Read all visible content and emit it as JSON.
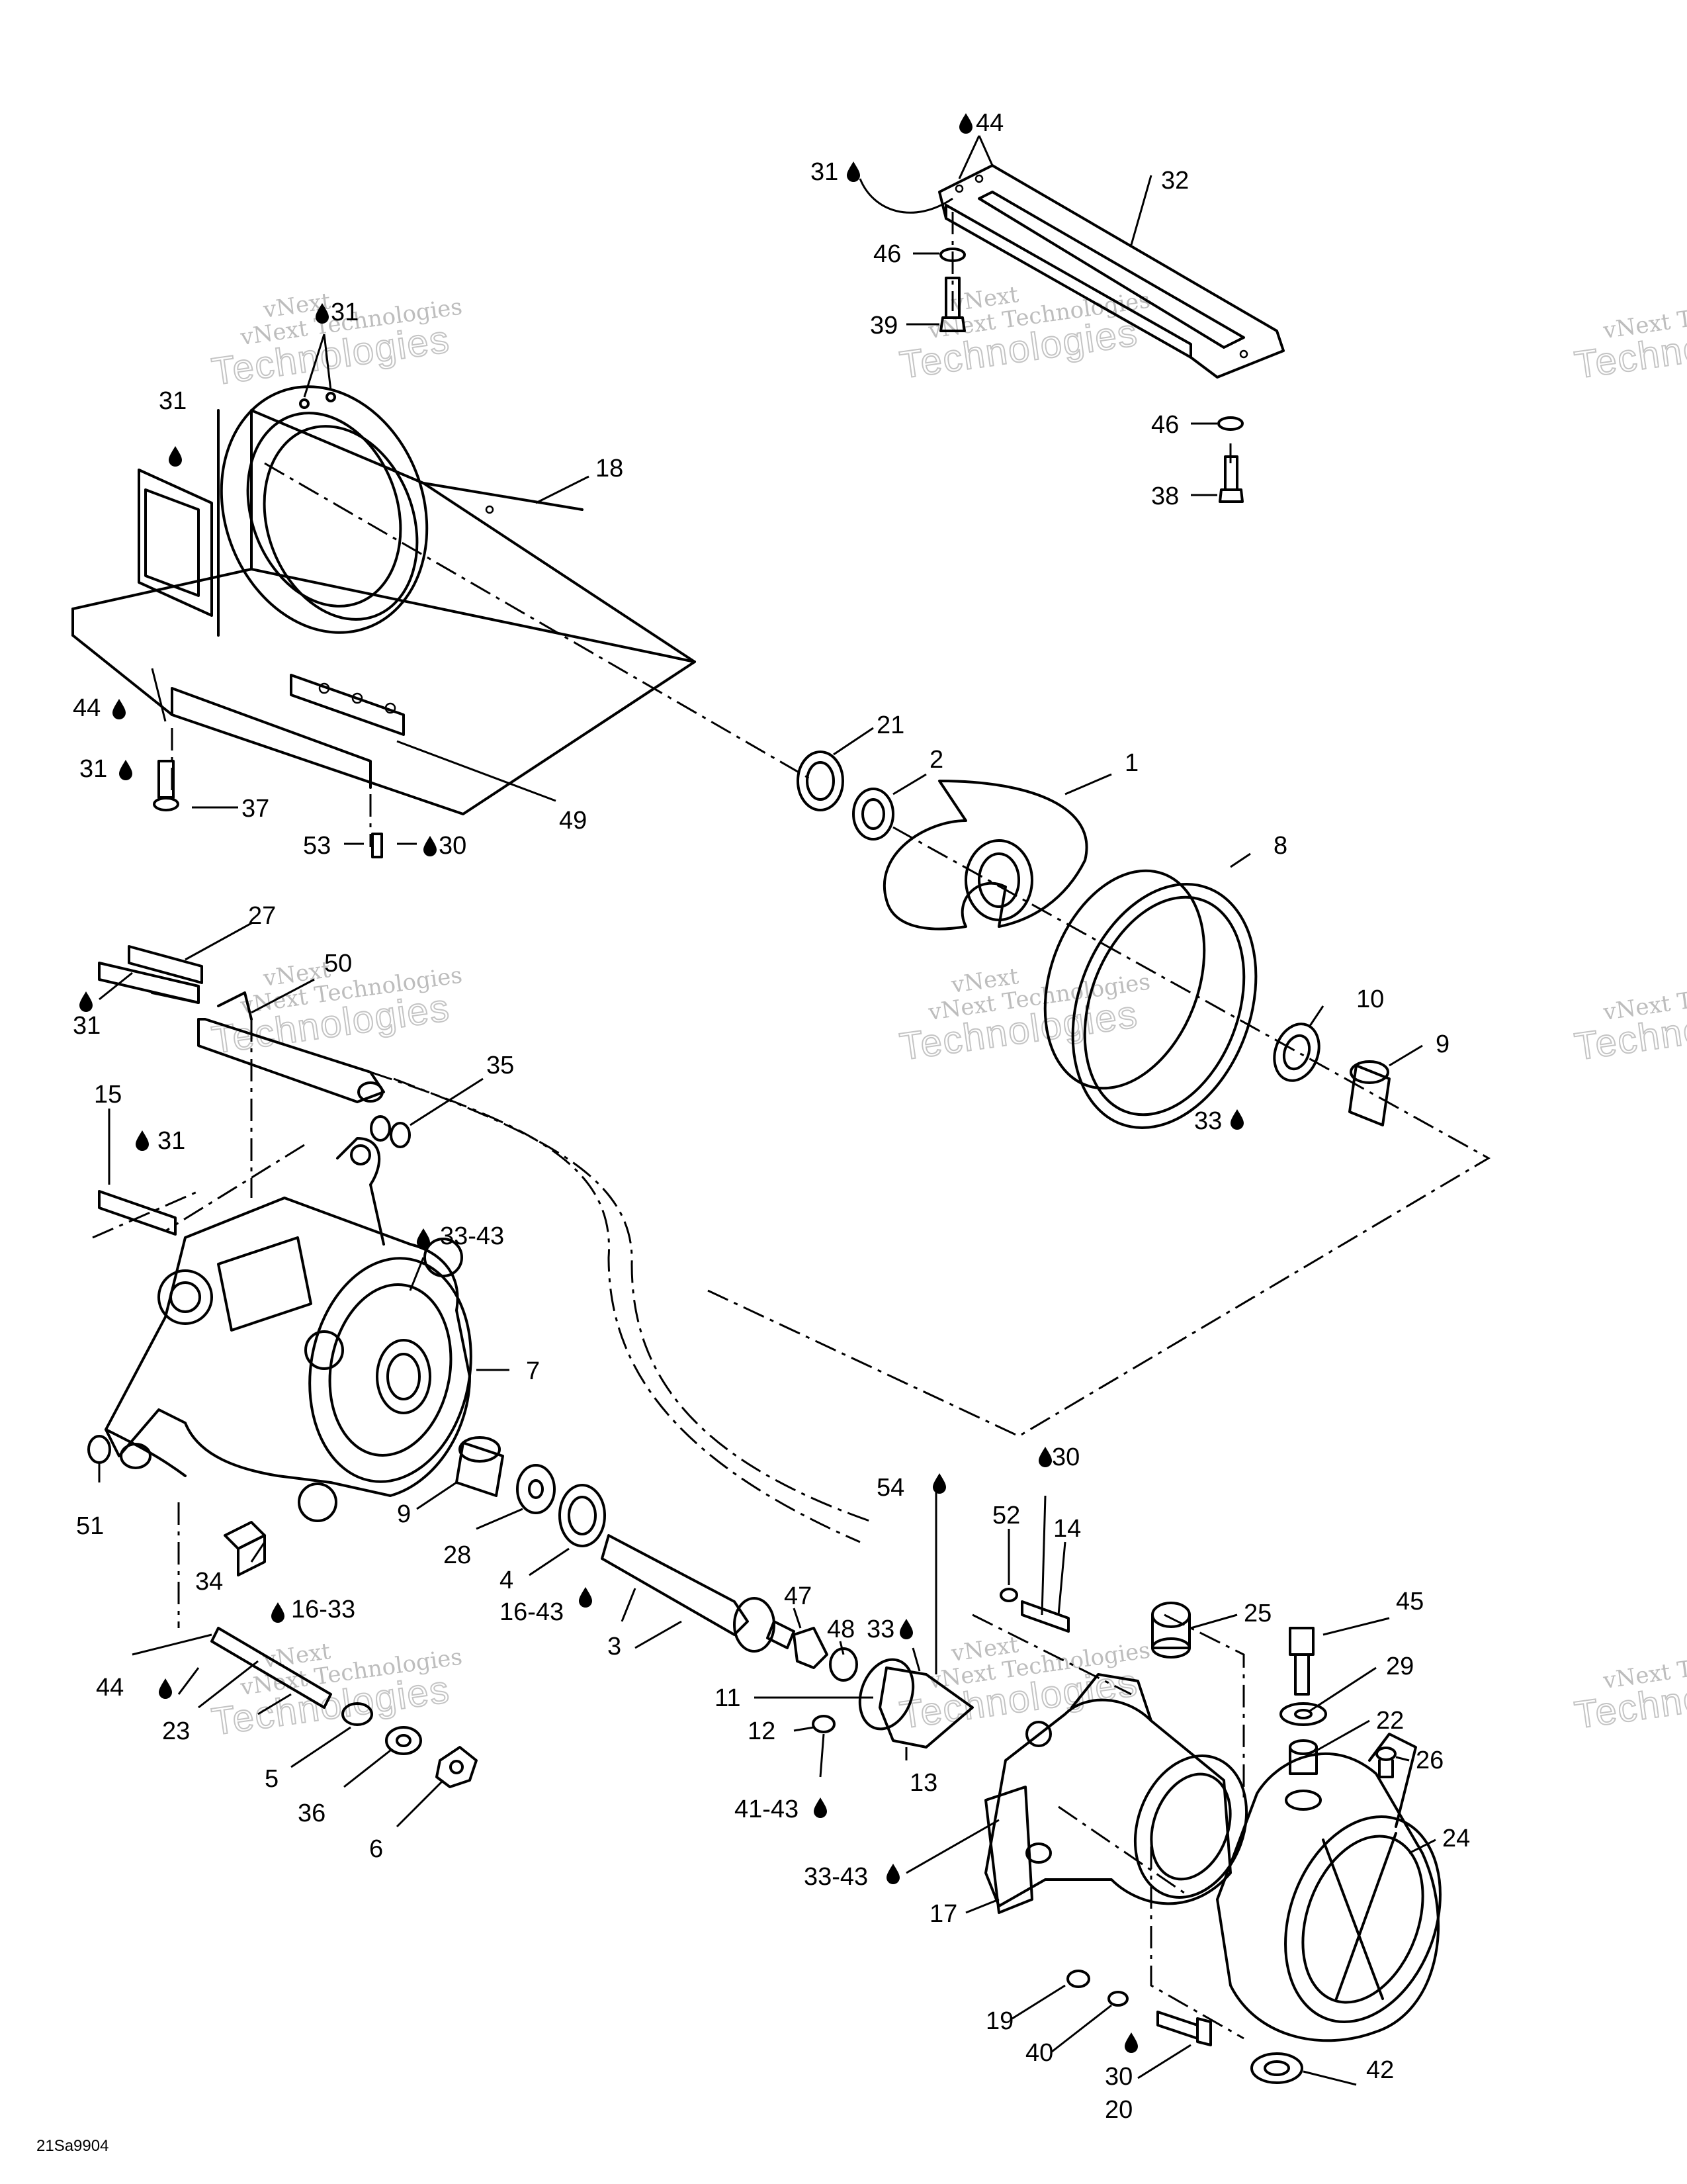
{
  "diagram_code": "21Sa9904",
  "watermark": {
    "line1": "vNext",
    "line2": "vNext Technologies",
    "line3": "Technologies"
  },
  "callouts": {
    "c1": "1",
    "c2": "2",
    "c3": "3",
    "c4": "4",
    "c5": "5",
    "c6": "6",
    "c7": "7",
    "c8": "8",
    "c9a": "9",
    "c9b": "9",
    "c10": "10",
    "c11": "11",
    "c12": "12",
    "c13": "13",
    "c14": "14",
    "c15": "15",
    "c16_33": "16-33",
    "c16_43": "16-43",
    "c17": "17",
    "c18": "18",
    "c19": "19",
    "c20": "20",
    "c21": "21",
    "c22": "22",
    "c23": "23",
    "c24": "24",
    "c25": "25",
    "c26": "26",
    "c27": "27",
    "c28": "28",
    "c29": "29",
    "c30a": "30",
    "c30b": "30",
    "c30c": "30",
    "c31a": "31",
    "c31b": "31",
    "c31c": "31",
    "c31d": "31",
    "c31e": "31",
    "c31f": "31",
    "c32": "32",
    "c33a": "33",
    "c33b": "33",
    "c33_43a": "33-43",
    "c33_43b": "33-43",
    "c34": "34",
    "c35": "35",
    "c36": "36",
    "c37": "37",
    "c38": "38",
    "c39": "39",
    "c40": "40",
    "c41_43": "41-43",
    "c42": "42",
    "c44a": "44",
    "c44b": "44",
    "c44c": "44",
    "c45": "45",
    "c46a": "46",
    "c46b": "46",
    "c47": "47",
    "c48": "48",
    "c49": "49",
    "c50": "50",
    "c51": "51",
    "c52": "52",
    "c53": "53",
    "c54": "54"
  }
}
